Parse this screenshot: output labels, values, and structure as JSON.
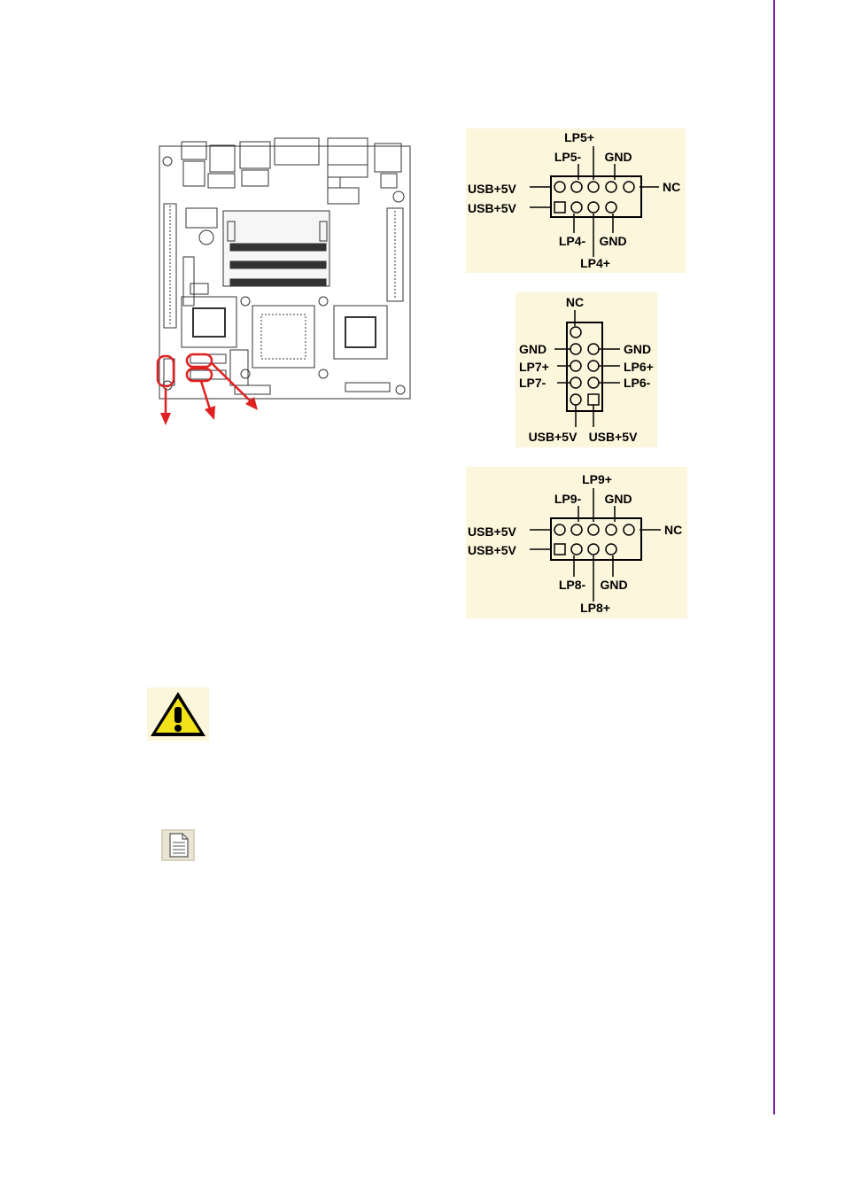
{
  "colors": {
    "accent_rule": "#7a1fa8",
    "panel_bg": "#fbf6dc",
    "callout": "#e02020"
  },
  "board_figure": {
    "icon": "motherboard-layout-drawing"
  },
  "connector_1": {
    "top": "LP5+",
    "top_left": "LP5-",
    "top_right": "GND",
    "left_1": "USB+5V",
    "left_2": "USB+5V",
    "right": "NC",
    "bottom_left": "LP4-",
    "bottom_right": "GND",
    "bottom": "LP4+"
  },
  "connector_2": {
    "top": "NC",
    "left_1": "GND",
    "left_2": "LP7+",
    "left_3": "LP7-",
    "right_1": "GND",
    "right_2": "LP6+",
    "right_3": "LP6-",
    "bottom_left": "USB+5V",
    "bottom_right": "USB+5V"
  },
  "connector_3": {
    "top": "LP9+",
    "top_left": "LP9-",
    "top_right": "GND",
    "left_1": "USB+5V",
    "left_2": "USB+5V",
    "right": "NC",
    "bottom_left": "LP8-",
    "bottom_right": "GND",
    "bottom": "LP8+"
  },
  "caution_icon": "warning-triangle-icon",
  "note_icon": "document-note-icon"
}
